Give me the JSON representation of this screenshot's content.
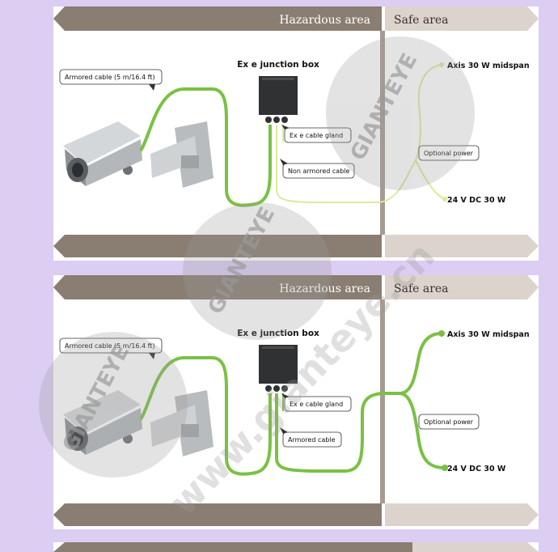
{
  "panels": [
    {
      "hazardous_label": "Hazardous area",
      "safe_label": "Safe area",
      "junction_box": "Ex e junction box",
      "armored_cable_label": "Armored cable (5 m/16.4 ft)",
      "gland_label": "Ex e cable gland",
      "cable_type_label": "Non armored cable",
      "midspan_label": "Axis 30 W midspan",
      "optional_power_label": "Optional power",
      "dc_label": "24 V DC 30 W"
    },
    {
      "hazardous_label": "Hazardous area",
      "safe_label": "Safe area",
      "junction_box": "Ex e junction box",
      "armored_cable_label": "Armored cable (5 m/16.4 ft)",
      "gland_label": "Ex e cable gland",
      "cable_type_label": "Armored cable",
      "midspan_label": "Axis 30 W midspan",
      "optional_power_label": "Optional power",
      "dc_label": "24 V DC 30 W"
    }
  ],
  "watermark": {
    "brand": "GIANTEYE",
    "url": "www.gianteye.cn"
  },
  "colors": {
    "background": "#dccdf3",
    "header_dark": "#8a7d71",
    "header_safe": "#dcd3cc",
    "cable_green": "#7ac143",
    "cable_light": "#d8ec9c"
  }
}
